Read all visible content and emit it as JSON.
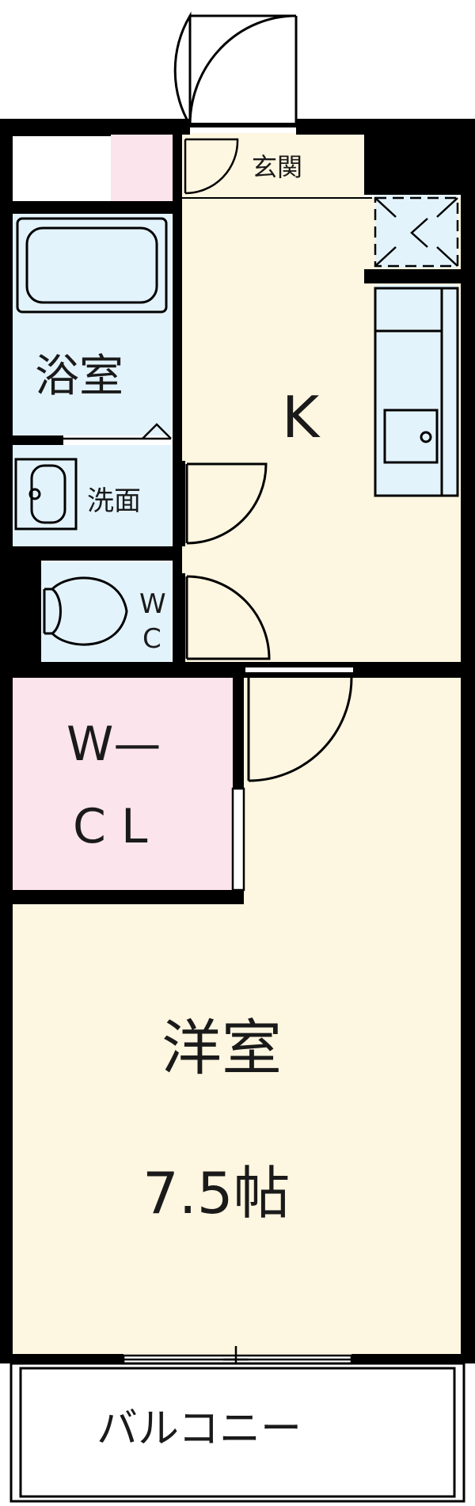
{
  "rooms": {
    "entrance": {
      "label": "玄関"
    },
    "bath": {
      "label": "浴室"
    },
    "washroom": {
      "label": "洗面"
    },
    "toilet": {
      "label_line1": "W",
      "label_line2": "C"
    },
    "kitchen": {
      "label": "K"
    },
    "walkin_closet": {
      "label_line1": "W—",
      "label_line2": "C L"
    },
    "western_room": {
      "label": "洋室",
      "size": "7.5帖"
    },
    "balcony": {
      "label": "バルコニー"
    }
  },
  "colors": {
    "wall": "#000000",
    "living_floor": "#fdf6e0",
    "wet_area": "#e3f3fc",
    "closet": "#fce4ec",
    "background": "#ffffff"
  }
}
